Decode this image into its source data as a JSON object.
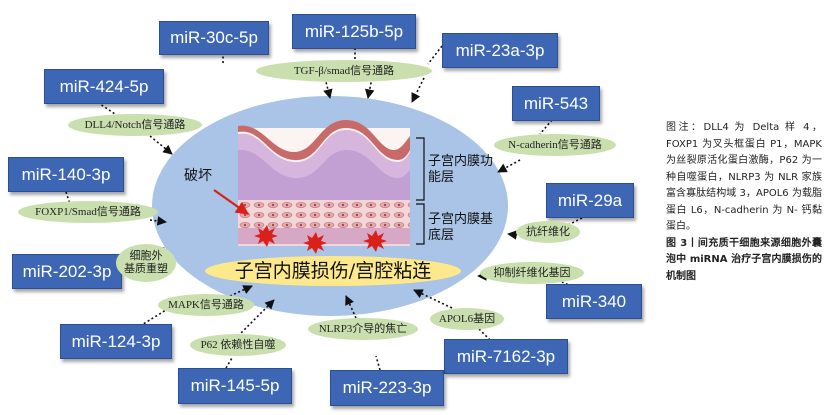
{
  "mirnas": [
    {
      "id": "mir-30c",
      "label": "miR-30c-5p"
    },
    {
      "id": "mir-125b",
      "label": "miR-125b-5p"
    },
    {
      "id": "mir-23a",
      "label": "miR-23a-3p"
    },
    {
      "id": "mir-424",
      "label": "miR-424-5p"
    },
    {
      "id": "mir-543",
      "label": "miR-543"
    },
    {
      "id": "mir-140",
      "label": "miR-140-3p"
    },
    {
      "id": "mir-29a",
      "label": "miR-29a"
    },
    {
      "id": "mir-202",
      "label": "miR-202-3p"
    },
    {
      "id": "mir-340",
      "label": "miR-340"
    },
    {
      "id": "mir-124",
      "label": "miR-124-3p"
    },
    {
      "id": "mir-7162",
      "label": "miR-7162-3p"
    },
    {
      "id": "mir-145",
      "label": "miR-145-5p"
    },
    {
      "id": "mir-223",
      "label": "miR-223-3p"
    }
  ],
  "pathways": [
    {
      "id": "tgf",
      "label": "TGF-β/smad信号通路"
    },
    {
      "id": "dll4",
      "label": "DLL4/Notch信号通路"
    },
    {
      "id": "ncad",
      "label": "N-cadherin信号通路"
    },
    {
      "id": "foxp1",
      "label": "FOXP1/Smad信号通路"
    },
    {
      "id": "antifib",
      "label": "抗纤维化"
    },
    {
      "id": "ecm",
      "label": "细胞外\n基质重塑"
    },
    {
      "id": "inhibfib",
      "label": "抑制纤维化基因"
    },
    {
      "id": "mapk",
      "label": "MAPK信号通路"
    },
    {
      "id": "apol6",
      "label": "APOL6基因"
    },
    {
      "id": "p62",
      "label": "P62 依赖性自噬"
    },
    {
      "id": "nlrp3",
      "label": "NLRP3介导的焦亡"
    }
  ],
  "center": {
    "injury_label": "子宫内膜损伤/宫腔粘连",
    "damage_label": "破坏",
    "functional_layer_label": "子宫内膜功能层",
    "basal_layer_label": "子宫内膜基底层"
  },
  "caption": {
    "note": "图注：DLL4 为 Delta 样 4，FOXP1 为叉头框蛋白 P1，MAPK 为丝裂原活化蛋白激酶，P62 为一种自噬蛋白，NLRP3 为 NLR 家族富含寡肽结构域 3，APOL6 为载脂蛋白 L6，N-cadherin 为 N- 钙黏蛋白。",
    "title": "图 3丨间充质干细胞来源细胞外囊泡中 miRNA 治疗子宫内膜损伤的机制图"
  },
  "colors": {
    "ellipse": "#a9c4e6",
    "mirna_box": "#3d66b4",
    "pathway": "#c9dfae",
    "injury_highlight": "#fde98c",
    "damage_arrow": "#d9201a"
  }
}
